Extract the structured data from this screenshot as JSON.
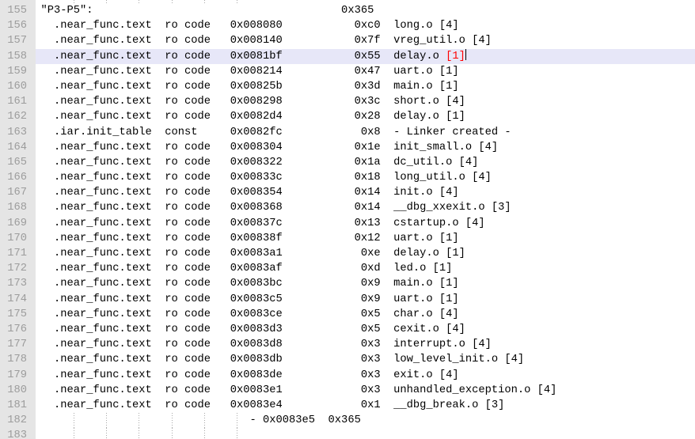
{
  "colors": {
    "background": "#ffffff",
    "text": "#000000",
    "gutter_bg": "#e5e5e5",
    "gutter_text": "#9c9c9c",
    "current_line_bg": "#e7e7f8",
    "bracket_match": "#ff0000",
    "indent_guide": "#a9a9a9"
  },
  "editor": {
    "guide_columns": [
      5,
      10,
      15,
      20,
      25,
      30
    ],
    "top_partial_line_guides": true,
    "highlighted_line_num": "158",
    "lines": [
      {
        "num": "155",
        "text": "\"P3-P5\":                                      0x365"
      },
      {
        "num": "156",
        "text": "  .near_func.text  ro code   0x008080           0xc0  long.o [4]"
      },
      {
        "num": "157",
        "text": "  .near_func.text  ro code   0x008140           0x7f  vreg_util.o [4]"
      },
      {
        "num": "158",
        "highlight": true,
        "pre": "  .near_func.text  ro code   0x0081bf           0x55  delay.o ",
        "match": "[1]",
        "caret_after_match": true
      },
      {
        "num": "159",
        "text": "  .near_func.text  ro code   0x008214           0x47  uart.o [1]"
      },
      {
        "num": "160",
        "text": "  .near_func.text  ro code   0x00825b           0x3d  main.o [1]"
      },
      {
        "num": "161",
        "text": "  .near_func.text  ro code   0x008298           0x3c  short.o [4]"
      },
      {
        "num": "162",
        "text": "  .near_func.text  ro code   0x0082d4           0x28  delay.o [1]"
      },
      {
        "num": "163",
        "text": "  .iar.init_table  const     0x0082fc            0x8  - Linker created -"
      },
      {
        "num": "164",
        "text": "  .near_func.text  ro code   0x008304           0x1e  init_small.o [4]"
      },
      {
        "num": "165",
        "text": "  .near_func.text  ro code   0x008322           0x1a  dc_util.o [4]"
      },
      {
        "num": "166",
        "text": "  .near_func.text  ro code   0x00833c           0x18  long_util.o [4]"
      },
      {
        "num": "167",
        "text": "  .near_func.text  ro code   0x008354           0x14  init.o [4]"
      },
      {
        "num": "168",
        "text": "  .near_func.text  ro code   0x008368           0x14  __dbg_xxexit.o [3]"
      },
      {
        "num": "169",
        "text": "  .near_func.text  ro code   0x00837c           0x13  cstartup.o [4]"
      },
      {
        "num": "170",
        "text": "  .near_func.text  ro code   0x00838f           0x12  uart.o [1]"
      },
      {
        "num": "171",
        "text": "  .near_func.text  ro code   0x0083a1            0xe  delay.o [1]"
      },
      {
        "num": "172",
        "text": "  .near_func.text  ro code   0x0083af            0xd  led.o [1]"
      },
      {
        "num": "173",
        "text": "  .near_func.text  ro code   0x0083bc            0x9  main.o [1]"
      },
      {
        "num": "174",
        "text": "  .near_func.text  ro code   0x0083c5            0x9  uart.o [1]"
      },
      {
        "num": "175",
        "text": "  .near_func.text  ro code   0x0083ce            0x5  char.o [4]"
      },
      {
        "num": "176",
        "text": "  .near_func.text  ro code   0x0083d3            0x5  cexit.o [4]"
      },
      {
        "num": "177",
        "text": "  .near_func.text  ro code   0x0083d8            0x3  interrupt.o [4]"
      },
      {
        "num": "178",
        "text": "  .near_func.text  ro code   0x0083db            0x3  low_level_init.o [4]"
      },
      {
        "num": "179",
        "text": "  .near_func.text  ro code   0x0083de            0x3  exit.o [4]"
      },
      {
        "num": "180",
        "text": "  .near_func.text  ro code   0x0083e1            0x3  unhandled_exception.o [4]"
      },
      {
        "num": "181",
        "text": "  .near_func.text  ro code   0x0083e4            0x1  __dbg_break.o [3]"
      },
      {
        "num": "182",
        "guides": true,
        "text": "                                - 0x0083e5  0x365"
      },
      {
        "num": "183",
        "guides": true,
        "text": ""
      }
    ]
  }
}
